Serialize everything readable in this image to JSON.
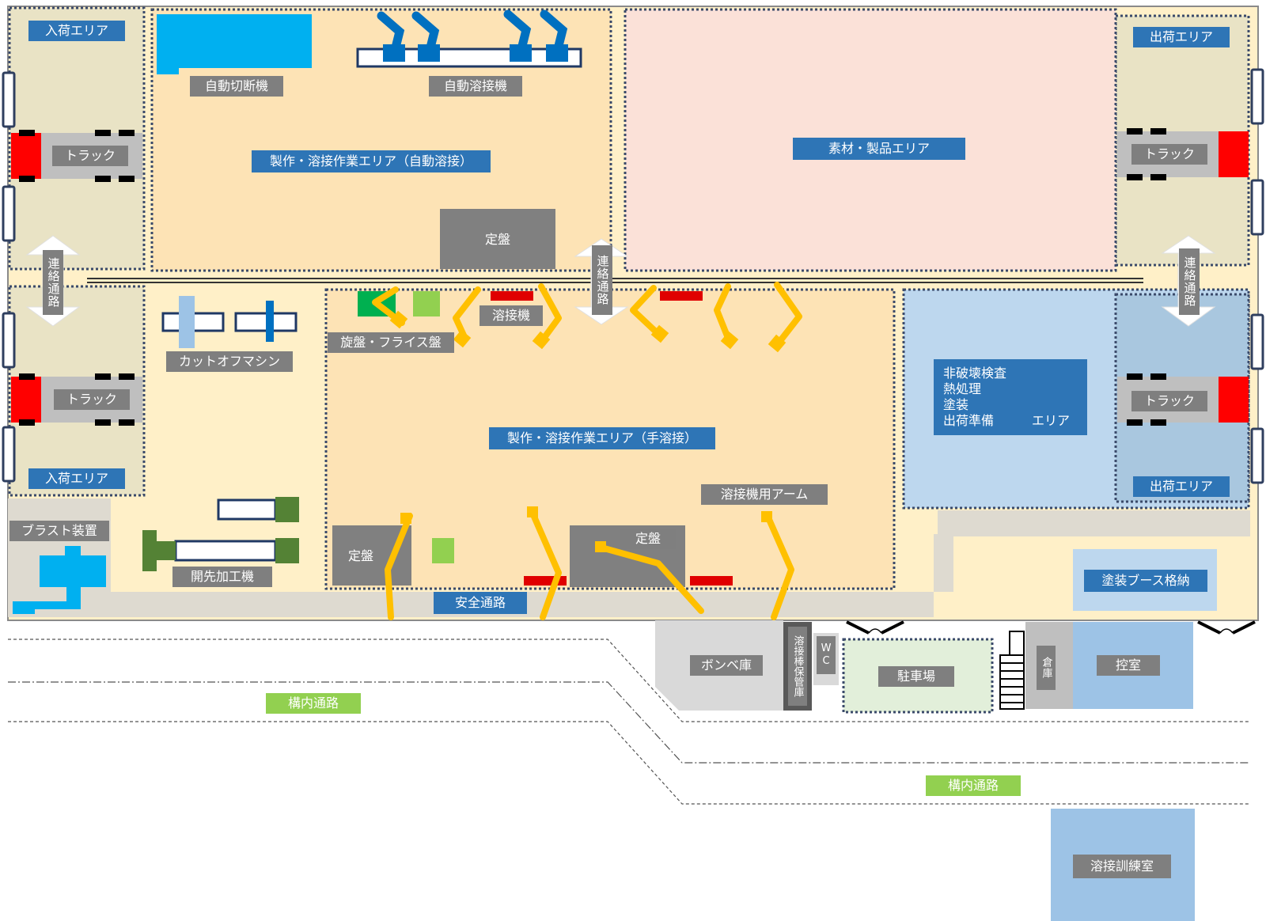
{
  "areas": {
    "receiving_tl": "入荷エリア",
    "receiving_bl": "入荷エリア",
    "shipping_tr": "出荷エリア",
    "shipping_br": "出荷エリア",
    "auto_area": "製作・溶接作業エリア（自動溶接）",
    "manual_area": "製作・溶接作業エリア（手溶接）",
    "material_area": "素材・製品エリア",
    "inspection_area": "非破壊検査\n熱処理\n塗装\n出荷準備　　　エリア"
  },
  "machines": {
    "auto_cutter": "自動切断機",
    "auto_welder": "自動溶接機",
    "surface_plate": "定盤",
    "lathe_mill": "旋盤・フライス盤",
    "welder": "溶接機",
    "cutoff_machine": "カットオフマシン",
    "blast": "ブラスト装置",
    "beveling": "開先加工機",
    "weld_arm": "溶接機用アーム"
  },
  "vehicles": {
    "truck": "トラック"
  },
  "passages": {
    "connecting": "連絡通路",
    "safety": "安全通路",
    "yard_road": "構内通路"
  },
  "facilities": {
    "cylinder_store": "ボンベ庫",
    "rod_storage": "溶接棒保管庫",
    "wc": "WC",
    "parking": "駐車場",
    "warehouse": "倉庫",
    "waiting_room": "控室",
    "paint_booth_storage": "塗装ブース格納",
    "training_room": "溶接訓練室"
  },
  "colors": {
    "blue_label": "#2e75b6",
    "gray_label": "#7f7f7f",
    "green_label": "#92d050",
    "work_area": "#fde3b5",
    "factory_floor": "#fff0c8",
    "material_area": "#fbe1d8",
    "dock_area": "#e9e3c5",
    "inspection_area": "#bdd7ee",
    "weld_arm": "#ffc000",
    "truck_cab": "#ff0000",
    "machine_cyan": "#00b0f0"
  }
}
